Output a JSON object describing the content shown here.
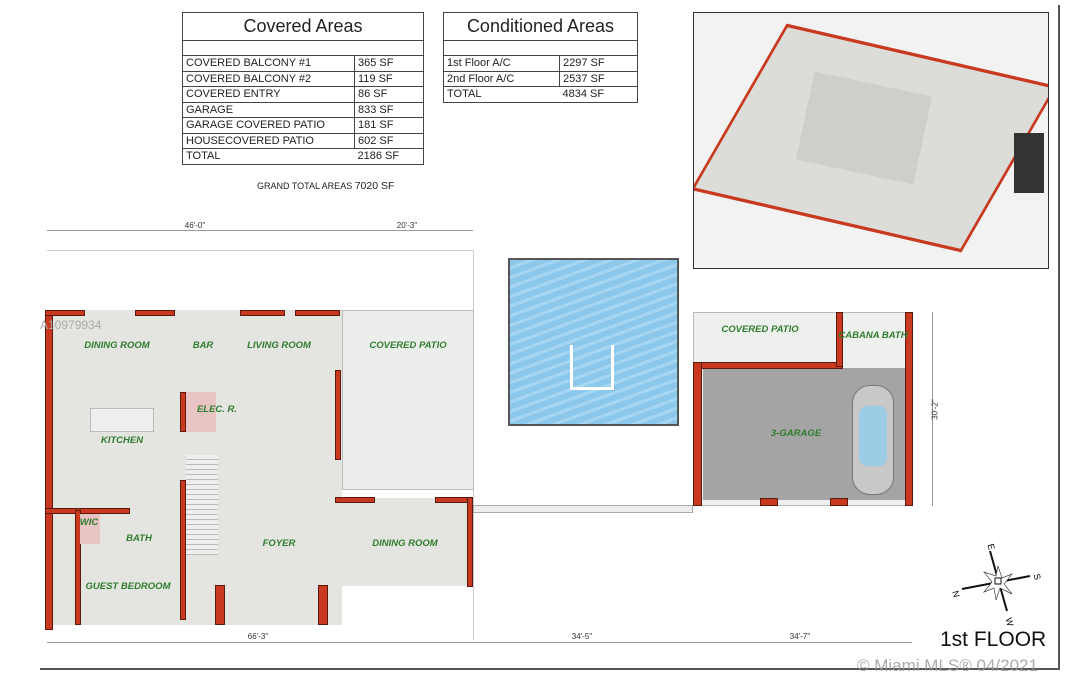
{
  "covered_areas": {
    "title": "Covered Areas",
    "rows": [
      {
        "label": "COVERED BALCONY #1",
        "value": "365 SF"
      },
      {
        "label": "COVERED BALCONY #2",
        "value": "119 SF"
      },
      {
        "label": "COVERED ENTRY",
        "value": "86 SF"
      },
      {
        "label": "GARAGE",
        "value": "833 SF"
      },
      {
        "label": "GARAGE COVERED PATIO",
        "value": "181 SF"
      },
      {
        "label": "HOUSECOVERED PATIO",
        "value": "602 SF"
      }
    ],
    "total_label": "TOTAL",
    "total_value": "2186 SF"
  },
  "conditioned_areas": {
    "title": "Conditioned Areas",
    "rows": [
      {
        "label": "1st Floor A/C",
        "value": "2297 SF"
      },
      {
        "label": "2nd Floor A/C",
        "value": "2537 SF"
      }
    ],
    "total_label": "TOTAL",
    "total_value": "4834 SF"
  },
  "grand_total": {
    "label": "GRAND TOTAL AREAS",
    "value": "7020 SF"
  },
  "rooms": {
    "dining_room": "DINING ROOM",
    "bar": "BAR",
    "living_room": "LIVING ROOM",
    "covered_patio": "COVERED PATIO",
    "elec": "ELEC. R.",
    "kitchen": "KITCHEN",
    "wic": "WIC",
    "bath": "BATH",
    "foyer": "FOYER",
    "dining_room_2": "DINING ROOM",
    "guest_bedroom": "GUEST BEDROOM",
    "garage_covered_patio": "COVERED PATIO",
    "cabana_bath": "CABANA BATH",
    "garage": "3-GARAGE"
  },
  "dimensions": {
    "top_left": "46'-0\"",
    "top_right": "20'-3\"",
    "bottom_1": "66'-3\"",
    "bottom_2": "34'-5\"",
    "bottom_3": "34'-7\"",
    "garage_side": "30'-2\""
  },
  "compass": {
    "n": "N",
    "s": "S",
    "e": "E",
    "w": "W"
  },
  "floor_title": "1st FLOOR",
  "listing_id": "A10979934",
  "watermark": "© Miami MLS® 04/2021",
  "colors": {
    "wall": "#c8391f",
    "pool": "#8cc8ec",
    "room_label": "#2e7d2e",
    "floor": "#e4e4e0",
    "garage_floor": "#a4a4a4"
  }
}
